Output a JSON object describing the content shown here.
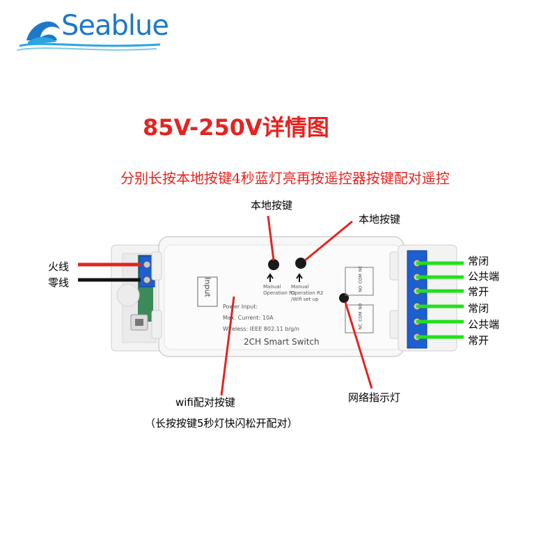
{
  "brand": {
    "name": "Seablue",
    "watermark": "Seablue"
  },
  "title": "85V-250V详情图",
  "subtitle": "分别长按本地按键4秒蓝灯亮再按遥控器按键配对遥控",
  "callouts": {
    "local_button_1": "本地按键",
    "local_button_2": "本地按键",
    "wifi_button": "wifi配对按键",
    "wifi_button_note": "（长按按键5秒灯快闪松开配对）",
    "network_led": "网络指示灯"
  },
  "input_wires": {
    "live": "火线",
    "neutral": "零线"
  },
  "output_terminals": [
    "常闭",
    "公共端",
    "常开",
    "常闭",
    "公共端",
    "常开"
  ],
  "device": {
    "input_label": "Input",
    "name": "2CH Smart Switch",
    "spec_power": "Power Input:",
    "spec_current": "Max. Current:  10A",
    "spec_wireless": "Wireless: IEEE 802.11 b/g/n",
    "btn1_text": "Manual",
    "btn1_text2": "Operation R1",
    "btn2_text": "Manual",
    "btn2_text2": "Operation R2",
    "btn2_text3": "/Wifi set up",
    "relay_labels_top": [
      "NO",
      "COM",
      "NC"
    ],
    "relay_labels_bottom": [
      "NC",
      "COM",
      "NO"
    ]
  },
  "colors": {
    "accent_red": "#e5231f",
    "wire_green": "#22e01a",
    "logo_blue": "#1e78c8",
    "terminal_blue": "#1d5fd0"
  }
}
